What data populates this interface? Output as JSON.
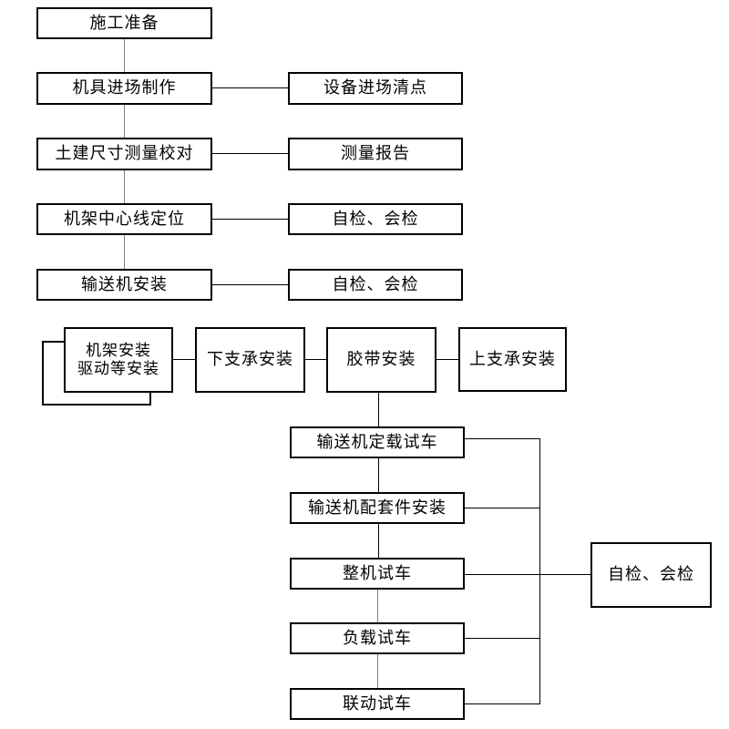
{
  "nodes": {
    "prep": {
      "label": "施工准备"
    },
    "tooling_entry": {
      "label": "机具进场制作"
    },
    "equipment_count": {
      "label": "设备进场清点"
    },
    "civil_survey": {
      "label": "土建尺寸测量校对"
    },
    "survey_report": {
      "label": "测量报告"
    },
    "frame_centerline": {
      "label": "机架中心线定位"
    },
    "self_joint_check_1": {
      "label": "自检、会检"
    },
    "conveyor_install": {
      "label": "输送机安装"
    },
    "self_joint_check_2": {
      "label": "自检、会检"
    },
    "frame_drive_install": {
      "label_line1": "机架安装",
      "label_line2": "驱动等安装"
    },
    "lower_support_install": {
      "label": "下支承安装"
    },
    "belt_install": {
      "label": "胶带安装"
    },
    "upper_support_install": {
      "label": "上支承安装"
    },
    "fixed_load_test": {
      "label": "输送机定载试车"
    },
    "accessories_install": {
      "label": "输送机配套件安装"
    },
    "whole_machine_test": {
      "label": "整机试车"
    },
    "load_test": {
      "label": "负载试车"
    },
    "linkage_test": {
      "label": "联动试车"
    },
    "self_joint_check_3": {
      "label": "自检、会检"
    }
  },
  "colors": {
    "background": "#ffffff",
    "box_border": "#000000",
    "text": "#000000",
    "connector_black": "#000000",
    "connector_gray": "#808080"
  }
}
